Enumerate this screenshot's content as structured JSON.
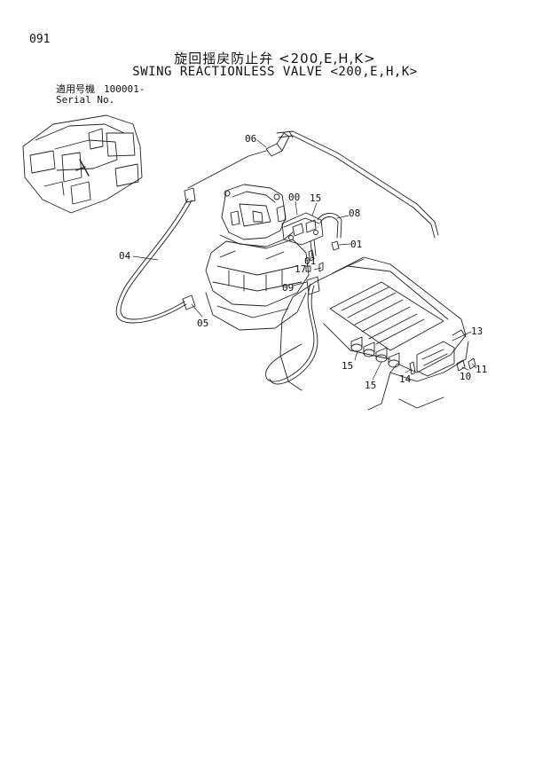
{
  "page_number": "091",
  "title_ja": "旋回揺戻防止弁 <200,E,H,K>",
  "title_en": "SWING REACTIONLESS VALVE <200,E,H,K>",
  "serial": {
    "label_ja": "適用号機",
    "value": "100001-",
    "label_en": "Serial No."
  },
  "callouts": {
    "p00": "00",
    "p01a": "01",
    "p01b": "01",
    "p04": "04",
    "p05": "05",
    "p06": "06",
    "p08": "08",
    "p09": "09",
    "p10": "10",
    "p11": "11",
    "p13": "13",
    "p14": "14",
    "p15a": "15",
    "p15b": "15",
    "p15c": "15",
    "p17": "17"
  }
}
